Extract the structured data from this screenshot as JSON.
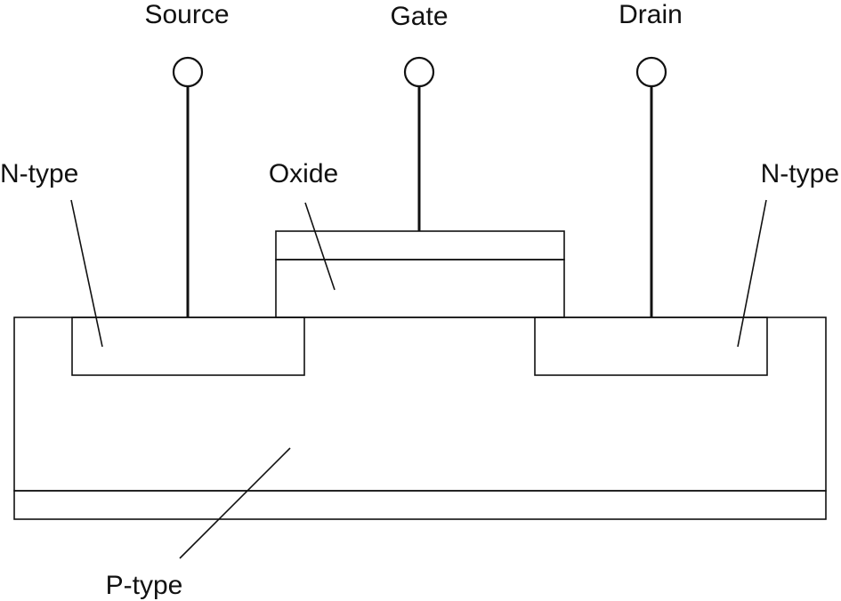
{
  "terminals": {
    "source": "Source",
    "gate": "Gate",
    "drain": "Drain"
  },
  "regions": {
    "n_type_left": "N-type",
    "n_type_right": "N-type",
    "oxide": "Oxide",
    "p_type": "P-type"
  }
}
